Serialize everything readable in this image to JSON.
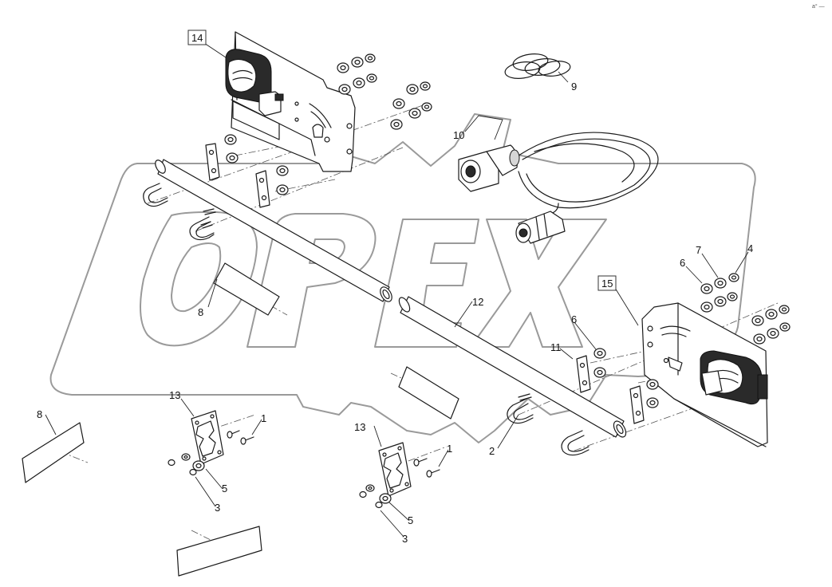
{
  "callouts": {
    "c1a": "1",
    "c1b": "1",
    "c2": "2",
    "c3a": "3",
    "c3b": "3",
    "c4": "4",
    "c5a": "5",
    "c5b": "5",
    "c6a": "6",
    "c6b": "6",
    "c7": "7",
    "c8a": "8",
    "c8b": "8",
    "c9": "9",
    "c10": "10",
    "c11": "11",
    "c12": "12",
    "c13a": "13",
    "c13b": "13",
    "c14": "14",
    "c15": "15"
  },
  "watermark": {
    "text": "OPEX"
  },
  "corner_mark": "a° —"
}
